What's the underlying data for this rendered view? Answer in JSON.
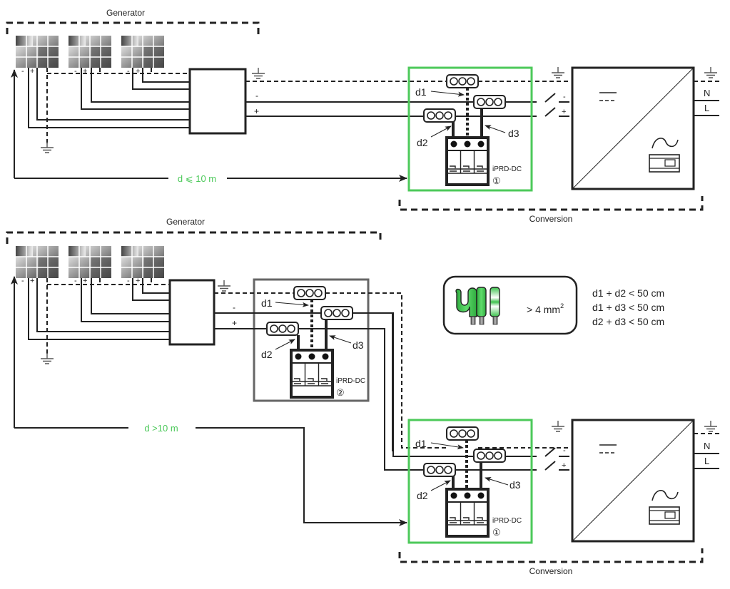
{
  "diagrams": [
    {
      "id": "top",
      "generator_label": "Generator",
      "conversion_label": "Conversion",
      "distance_label": "d ⩽ 10 m",
      "protector": {
        "label": "iPRD-DC",
        "number": "①",
        "d1": "d1",
        "d2": "d2",
        "d3": "d3"
      },
      "polarity": {
        "minus": "-",
        "plus": "+"
      },
      "inverter": {
        "n": "N",
        "l": "L",
        "minus": "-",
        "plus": "+"
      },
      "panel_polarity": {
        "minus": "-",
        "plus": "+"
      }
    },
    {
      "id": "bottom",
      "generator_label": "Generator",
      "conversion_label": "Conversion",
      "distance_label": "d >10 m",
      "protector_local": {
        "label": "iPRD-DC",
        "number": "②",
        "d1": "d1",
        "d2": "d2",
        "d3": "d3"
      },
      "protector": {
        "label": "iPRD-DC",
        "number": "①",
        "d1": "d1",
        "d2": "d2",
        "d3": "d3"
      },
      "polarity": {
        "minus": "-",
        "plus": "+"
      },
      "inverter": {
        "n": "N",
        "l": "L",
        "minus": "-",
        "plus": "+"
      },
      "panel_polarity": {
        "minus": "-",
        "plus": "+"
      }
    }
  ],
  "legend": {
    "cable_section": "> 4 mm",
    "cable_section_exp": "2",
    "rules": [
      "d1 + d2 < 50 cm",
      "d1 + d3 < 50 cm",
      "d2 + d3 < 50 cm"
    ]
  },
  "colors": {
    "accent_green": "#4cc95a",
    "local_box": "#666666",
    "line": "#222222"
  }
}
